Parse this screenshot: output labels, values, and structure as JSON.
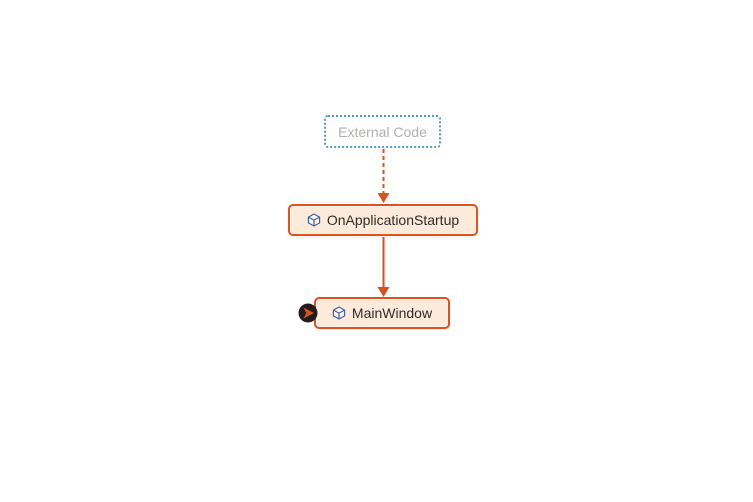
{
  "canvas": {
    "background": "#ffffff"
  },
  "diagram": {
    "type": "call-graph",
    "nodes": [
      {
        "id": "external-code",
        "label": "External Code",
        "kind": "external-group",
        "border_color": "#4f9cc8",
        "border_style": "dotted",
        "fill": "#ffffff",
        "text_color": "#b3afac"
      },
      {
        "id": "on-application-startup",
        "label": "OnApplicationStartup",
        "kind": "method",
        "icon": "method-cube-icon",
        "border_color": "#e0521d",
        "border_style": "solid",
        "fill": "#fcebdb",
        "text_color": "#2e2b28"
      },
      {
        "id": "main-window",
        "label": "MainWindow",
        "kind": "method",
        "icon": "method-cube-icon",
        "border_color": "#e0521d",
        "border_style": "solid",
        "fill": "#fcebdb",
        "text_color": "#2e2b28",
        "badge": "current-node-indicator"
      }
    ],
    "edges": [
      {
        "from": "external-code",
        "to": "on-application-startup",
        "style": "dashed",
        "color": "#d9511e",
        "direction": "down"
      },
      {
        "from": "on-application-startup",
        "to": "main-window",
        "style": "solid",
        "color": "#d9511e",
        "direction": "down"
      }
    ],
    "colors": {
      "canvas-bg": "#ffffff",
      "edge-orange": "#d9511e",
      "node-border": "#e0521d",
      "node-fill": "#fcebdb",
      "node-text": "#2e2b28",
      "external-border": "#4f9cc8",
      "external-text": "#b3afac",
      "icon-blue": "#41629e",
      "marker-bg": "#221d1a"
    }
  }
}
